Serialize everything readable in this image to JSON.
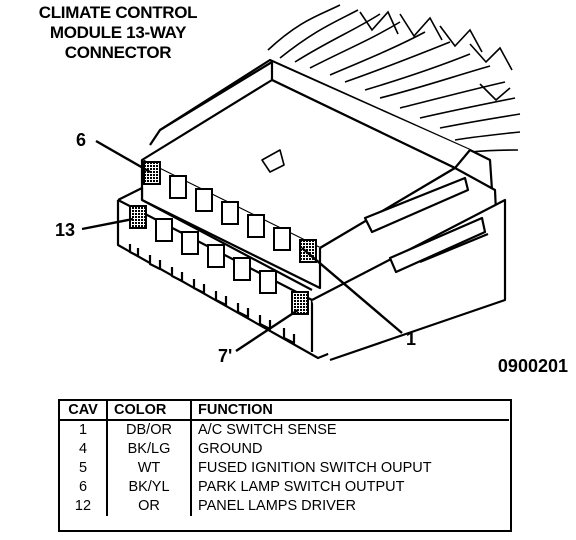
{
  "title": {
    "line1": "CLIMATE CONTROL",
    "line2": "MODULE 13-WAY",
    "line3": "CONNECTOR"
  },
  "figure_id": "0900201",
  "pin_labels": {
    "p6": "6",
    "p13": "13",
    "p1": "1",
    "p7": "7'"
  },
  "table": {
    "headers": {
      "cav": "CAV",
      "color": "COLOR",
      "function": "FUNCTION"
    },
    "rows": [
      {
        "cav": "1",
        "color": "DB/OR",
        "function": "A/C SWITCH SENSE"
      },
      {
        "cav": "4",
        "color": "BK/LG",
        "function": "GROUND"
      },
      {
        "cav": "5",
        "color": "WT",
        "function": "FUSED IGNITION SWITCH OUPUT"
      },
      {
        "cav": "6",
        "color": "BK/YL",
        "function": "PARK LAMP SWITCH OUTPUT"
      },
      {
        "cav": "12",
        "color": "OR",
        "function": "PANEL LAMPS DRIVER"
      }
    ]
  }
}
